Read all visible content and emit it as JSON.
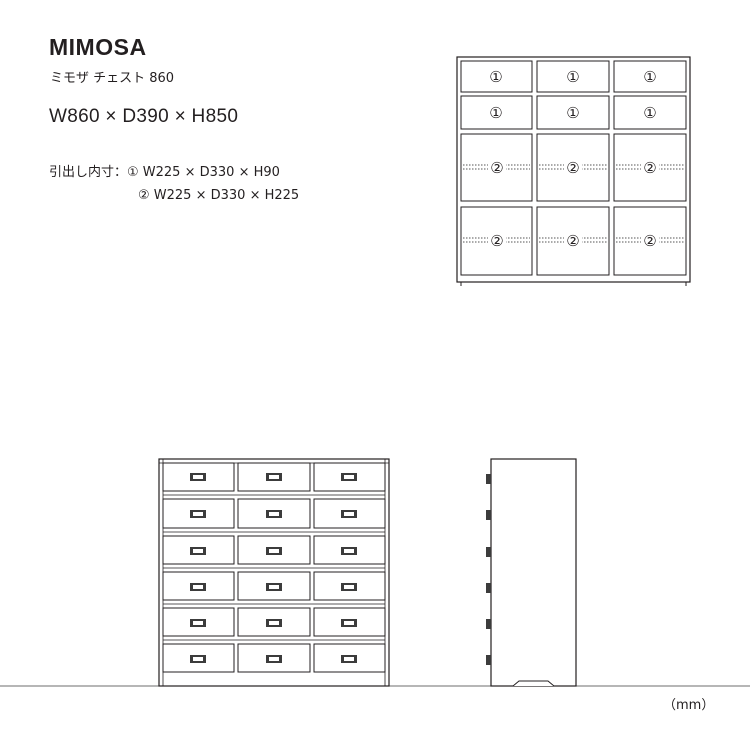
{
  "product": {
    "name": "MIMOSA",
    "subtitle": "ミモザ チェスト 860",
    "dimensions": "W860 × D390 × H850"
  },
  "drawer_specs": {
    "line1": "引出し内寸：① W225 × D330 × H90",
    "line2": "② W225 × D330 × H225"
  },
  "diagram": {
    "small_drawer_marker": "①",
    "large_drawer_marker": "②"
  },
  "unit_label": "（mm）"
}
